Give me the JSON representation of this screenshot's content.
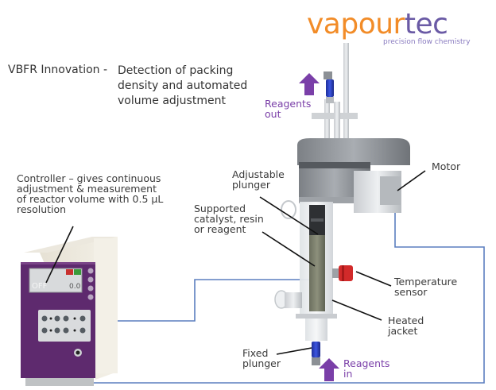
{
  "logo": {
    "part1": "vapour",
    "part2": "tec",
    "tagline": "precision flow chemistry"
  },
  "title": {
    "prefix": "VBFR Innovation  -",
    "lines": [
      "Detection of packing",
      "density and automated",
      "volume adjustment"
    ]
  },
  "labels": {
    "controller": [
      "Controller – gives continuous",
      "adjustment & measurement",
      "of reactor volume with 0.5 µL",
      "resolution"
    ],
    "reagents_out": [
      "Reagents",
      "out"
    ],
    "motor": "Motor",
    "adjustable_plunger": [
      "Adjustable",
      "plunger"
    ],
    "supported_catalyst": [
      "Supported",
      "catalyst, resin",
      "or reagent"
    ],
    "temperature_sensor": [
      "Temperature",
      "sensor"
    ],
    "heated_jacket": [
      "Heated",
      "jacket"
    ],
    "fixed_plunger": [
      "Fixed",
      "plunger"
    ],
    "reagents_in": [
      "Reagents",
      "in"
    ]
  },
  "controller_display": {
    "status": "OFF",
    "value": "0.0"
  },
  "colors": {
    "brand_orange": "#f28c28",
    "brand_purple": "#6a5aa5",
    "arrow_purple": "#7a3fa8",
    "controller_purple": "#5e2a6e",
    "line_blue": "#5b7fbf",
    "sensor_red": "#d22a2a",
    "fitting_blue": "#2a3ec8"
  }
}
